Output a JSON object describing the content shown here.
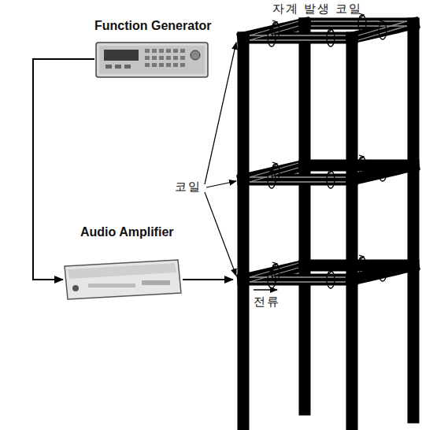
{
  "diagram": {
    "nodes": [
      {
        "text": [
          "Function Generator"
        ]
      },
      {
        "text": [
          "Audio Amplifier"
        ]
      },
      {
        "text": [
          "자계 발생 코일"
        ]
      }
    ],
    "edges": [
      {
        "from": 0,
        "to": 1,
        "arrow": "to"
      },
      {
        "from": 1,
        "to": 2,
        "arrow": "to"
      }
    ],
    "labels": [
      "코일",
      "전류"
    ]
  }
}
